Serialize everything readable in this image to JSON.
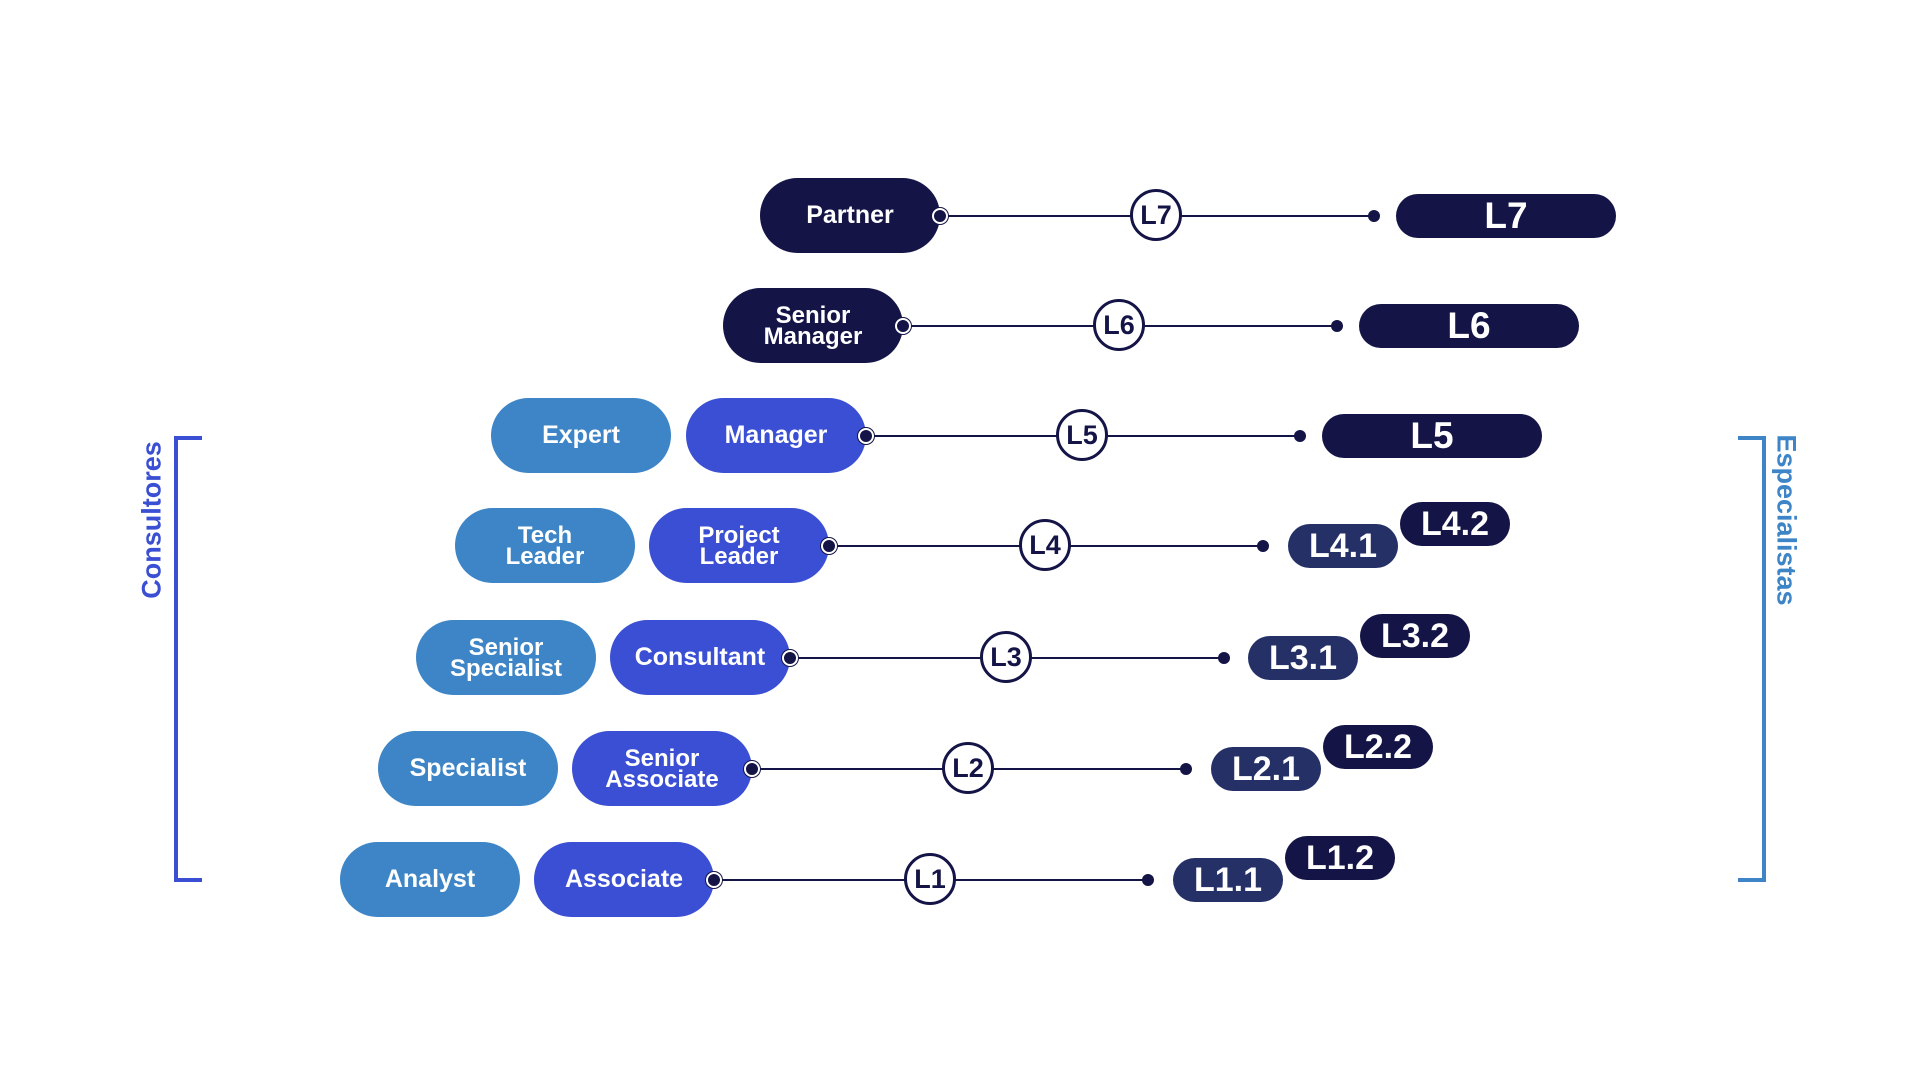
{
  "sides": {
    "left_label": "Consultores",
    "right_label": "Especialistas"
  },
  "colors": {
    "specialist_track": "#3d85c6",
    "consultant_track": "#3a4fd3",
    "senior_roles": "#141447",
    "sub_level_badge": "#253067",
    "line": "#141447"
  },
  "levels": [
    {
      "id": "l7",
      "left_role": "",
      "main_role": "Partner",
      "node": "L7",
      "badge": "L7",
      "sub_a": "",
      "sub_b": ""
    },
    {
      "id": "l6",
      "left_role": "",
      "main_role": "Senior\nManager",
      "node": "L6",
      "badge": "L6",
      "sub_a": "",
      "sub_b": ""
    },
    {
      "id": "l5",
      "left_role": "Expert",
      "main_role": "Manager",
      "node": "L5",
      "badge": "L5",
      "sub_a": "",
      "sub_b": ""
    },
    {
      "id": "l4",
      "left_role": "Tech\nLeader",
      "main_role": "Project\nLeader",
      "node": "L4",
      "badge": "",
      "sub_a": "L4.1",
      "sub_b": "L4.2"
    },
    {
      "id": "l3",
      "left_role": "Senior\nSpecialist",
      "main_role": "Consultant",
      "node": "L3",
      "badge": "",
      "sub_a": "L3.1",
      "sub_b": "L3.2"
    },
    {
      "id": "l2",
      "left_role": "Specialist",
      "main_role": "Senior\nAssociate",
      "node": "L2",
      "badge": "",
      "sub_a": "L2.1",
      "sub_b": "L2.2"
    },
    {
      "id": "l1",
      "left_role": "Analyst",
      "main_role": "Associate",
      "node": "L1",
      "badge": "",
      "sub_a": "L1.1",
      "sub_b": "L1.2"
    }
  ]
}
